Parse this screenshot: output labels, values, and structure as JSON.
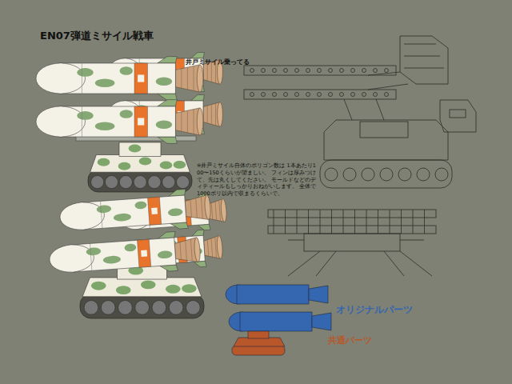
{
  "diagram": {
    "title": "EN07弾道ミサイル戦車",
    "labels": [
      "井戸ミサイル乗ってる",
      "※井戸ミサイル自体のポリゴン数は 1本あたり100〜150くらいが望ましい。 フィンは厚みつけて、先は丸くしてください。 モールドなどのディティールもしっかりおねがいします。 全体で1000ポリ以内で収まるくらいで。"
    ],
    "legend": [
      {
        "text": "オリジナルパーツ",
        "color": "#3566b0"
      },
      {
        "text": "共通パーツ",
        "color": "#b8582a"
      }
    ]
  }
}
